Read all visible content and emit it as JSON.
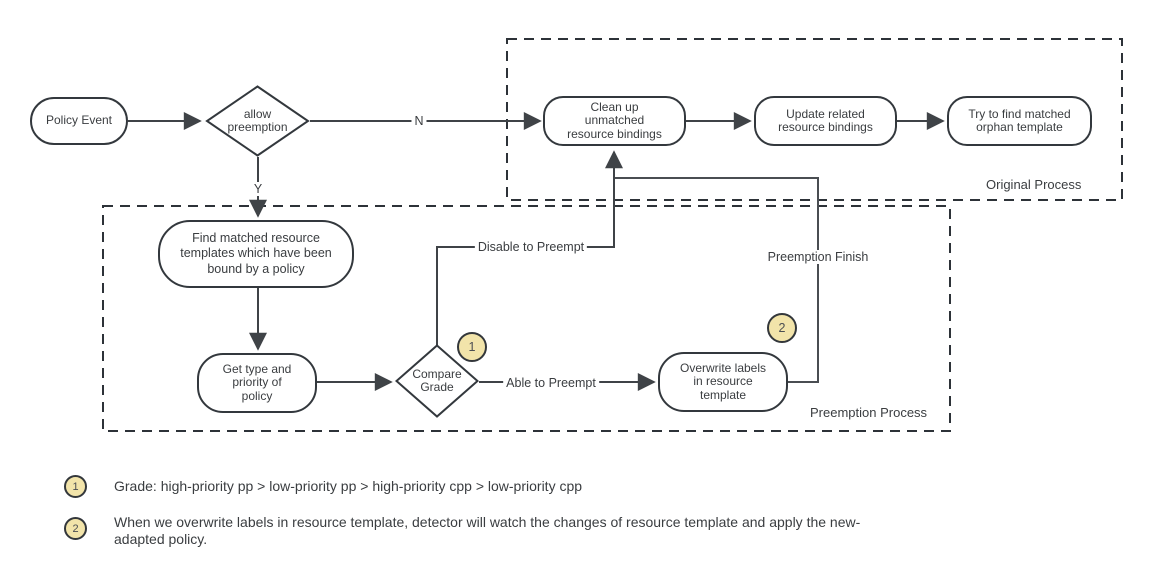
{
  "diagram": {
    "nodes": {
      "policy_event": "Policy Event",
      "allow_preemption": "allow\npreemption",
      "clean_up": "Clean up\nunmatched\nresource bindings",
      "update_related": "Update related\nresource bindings",
      "try_find": "Try to find matched\norphan template",
      "find_matched": "Find matched resource\ntemplates which have been\nbound by a policy",
      "get_type": "Get type and\npriority of\npolicy",
      "compare_grade": "Compare\nGrade",
      "overwrite_labels": "Overwrite labels\nin resource\ntemplate"
    },
    "edge_labels": {
      "no": "N",
      "yes": "Y",
      "disable": "Disable to Preempt",
      "able": "Able to Preempt",
      "finish": "Preemption Finish"
    },
    "regions": {
      "original": "Original Process",
      "preemption": "Preemption Process"
    },
    "badges": {
      "one": "1",
      "two": "2"
    },
    "colors": {
      "shape_stroke": "#33383d",
      "edge_stroke": "#3f4347",
      "badge_fill": "#f2e4aa",
      "badge_stroke": "#33373b",
      "text": "#3a3d40"
    }
  },
  "footnotes": {
    "note1": {
      "badge": "1",
      "text": "Grade: high-priority pp > low-priority pp > high-priority cpp > low-priority cpp"
    },
    "note2": {
      "badge": "2",
      "text": "When we overwrite labels in resource template, detector will watch the changes of resource template and apply the new-\nadapted policy."
    }
  }
}
